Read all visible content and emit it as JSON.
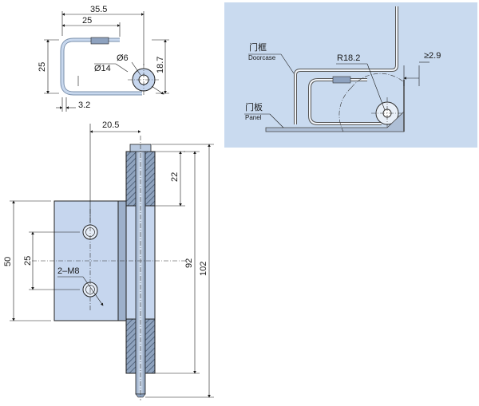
{
  "colors": {
    "panel_bg": "#c9daef",
    "part_fill": "#c6d6ee",
    "part_dark": "#6f84a0",
    "pin_fill": "#9fb2cc",
    "line": "#1a1a1a"
  },
  "top_view": {
    "dim_width_outer": "35.5",
    "dim_width_inner": "25",
    "dim_height": "25",
    "dim_offset": "18.7",
    "dim_bore_outer": "Ø14",
    "dim_bore_inner": "Ø6",
    "dim_thickness": "3.2"
  },
  "install_view": {
    "radius": "R18.2",
    "clearance": "≥2.9",
    "doorcase_cn": "门框",
    "doorcase_en": "Doorcase",
    "panel_cn": "门板",
    "panel_en": "Panel"
  },
  "front_view": {
    "dim_pin_offset": "20.5",
    "dim_top_segment": "22",
    "dim_leaf_height": "50",
    "dim_hole_spacing": "25",
    "dim_holes": "2–M8",
    "dim_body_height": "92",
    "dim_total_height": "102"
  }
}
